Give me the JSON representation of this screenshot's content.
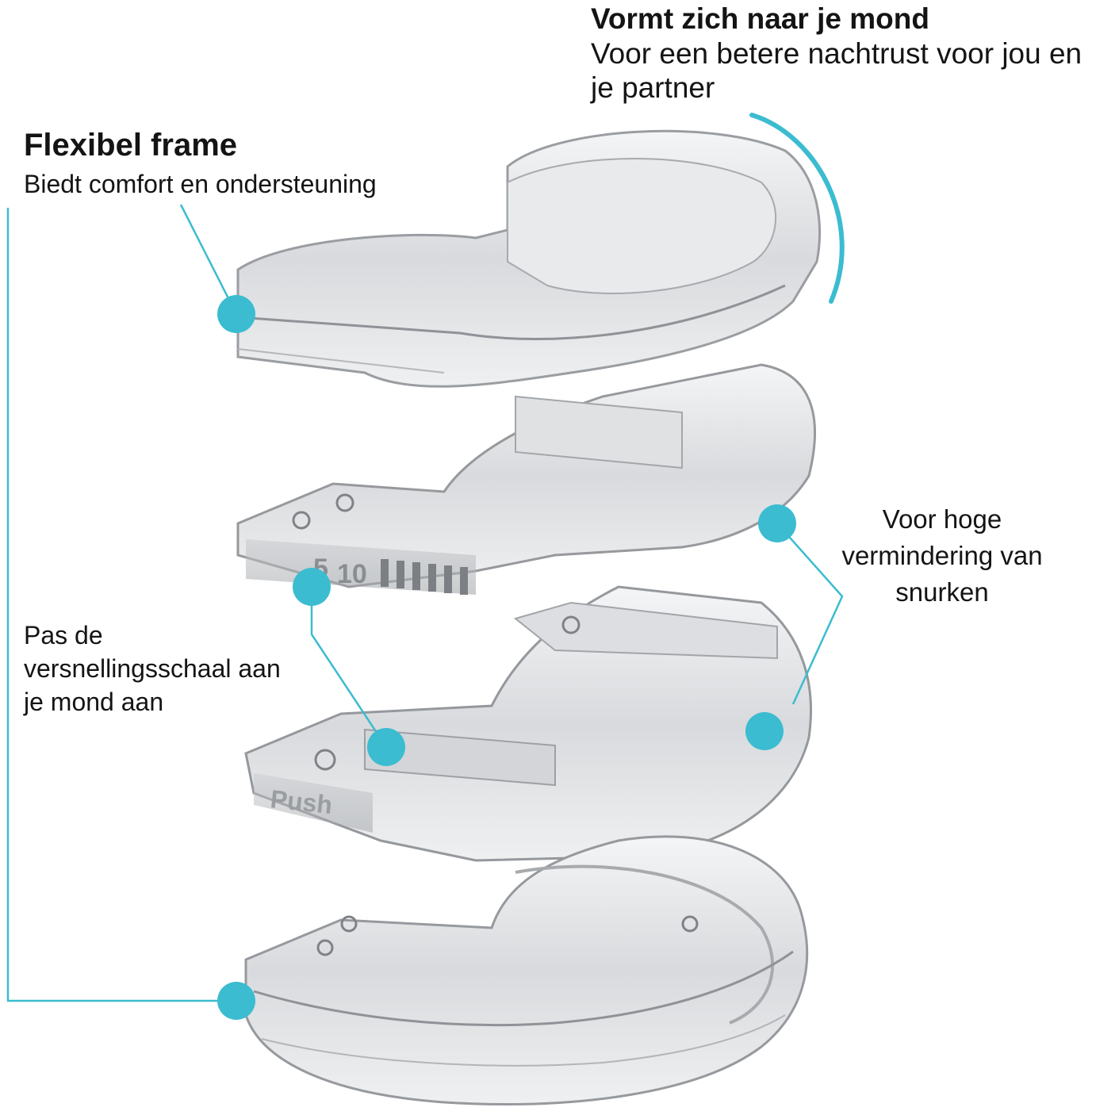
{
  "accent_color": "#3bbcd0",
  "callouts": {
    "top": {
      "title": "Vormt zich naar je mond",
      "subtitle": "Voor een betere nachtrust voor jou en je partner"
    },
    "left_top": {
      "title": "Flexibel frame",
      "subtitle": "Biedt comfort en ondersteuning"
    },
    "right": {
      "text": "Voor hoge vermindering van snurken"
    },
    "left_mid": {
      "text": "Pas de versnellingsschaal aan je mond aan"
    }
  },
  "product": {
    "layer_markings": [
      "5",
      "10",
      "Push"
    ]
  }
}
